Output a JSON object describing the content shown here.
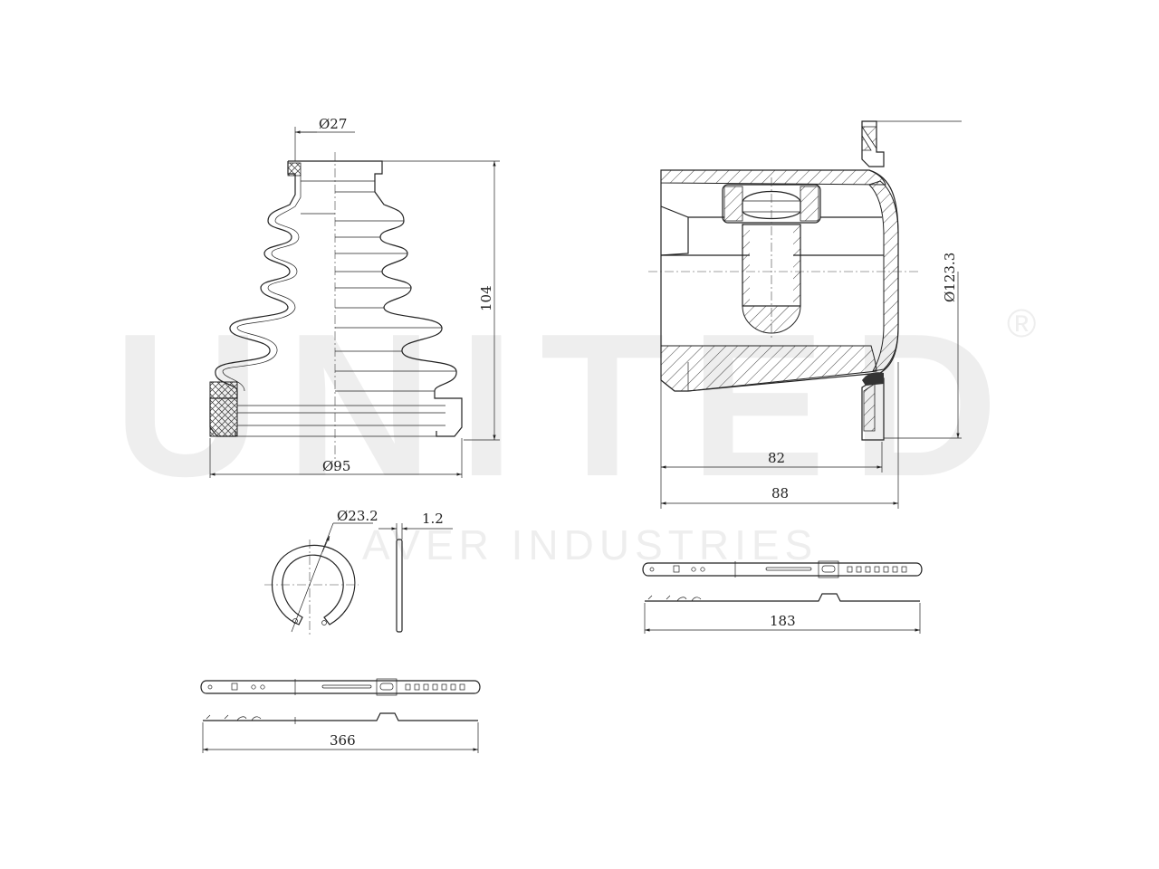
{
  "watermark": {
    "brand": "UNITED",
    "registered": "®",
    "subline": "AVER INDUSTRIES"
  },
  "dimensions": {
    "boot_small_diameter": "Ø27",
    "boot_large_diameter": "Ø95",
    "boot_height": "104",
    "joint_diameter": "Ø123.3",
    "joint_length_inner": "82",
    "joint_length_outer": "88",
    "circlip_diameter": "Ø23.2",
    "circlip_thickness": "1.2",
    "small_clamp_length": "183",
    "large_clamp_length": "366"
  }
}
